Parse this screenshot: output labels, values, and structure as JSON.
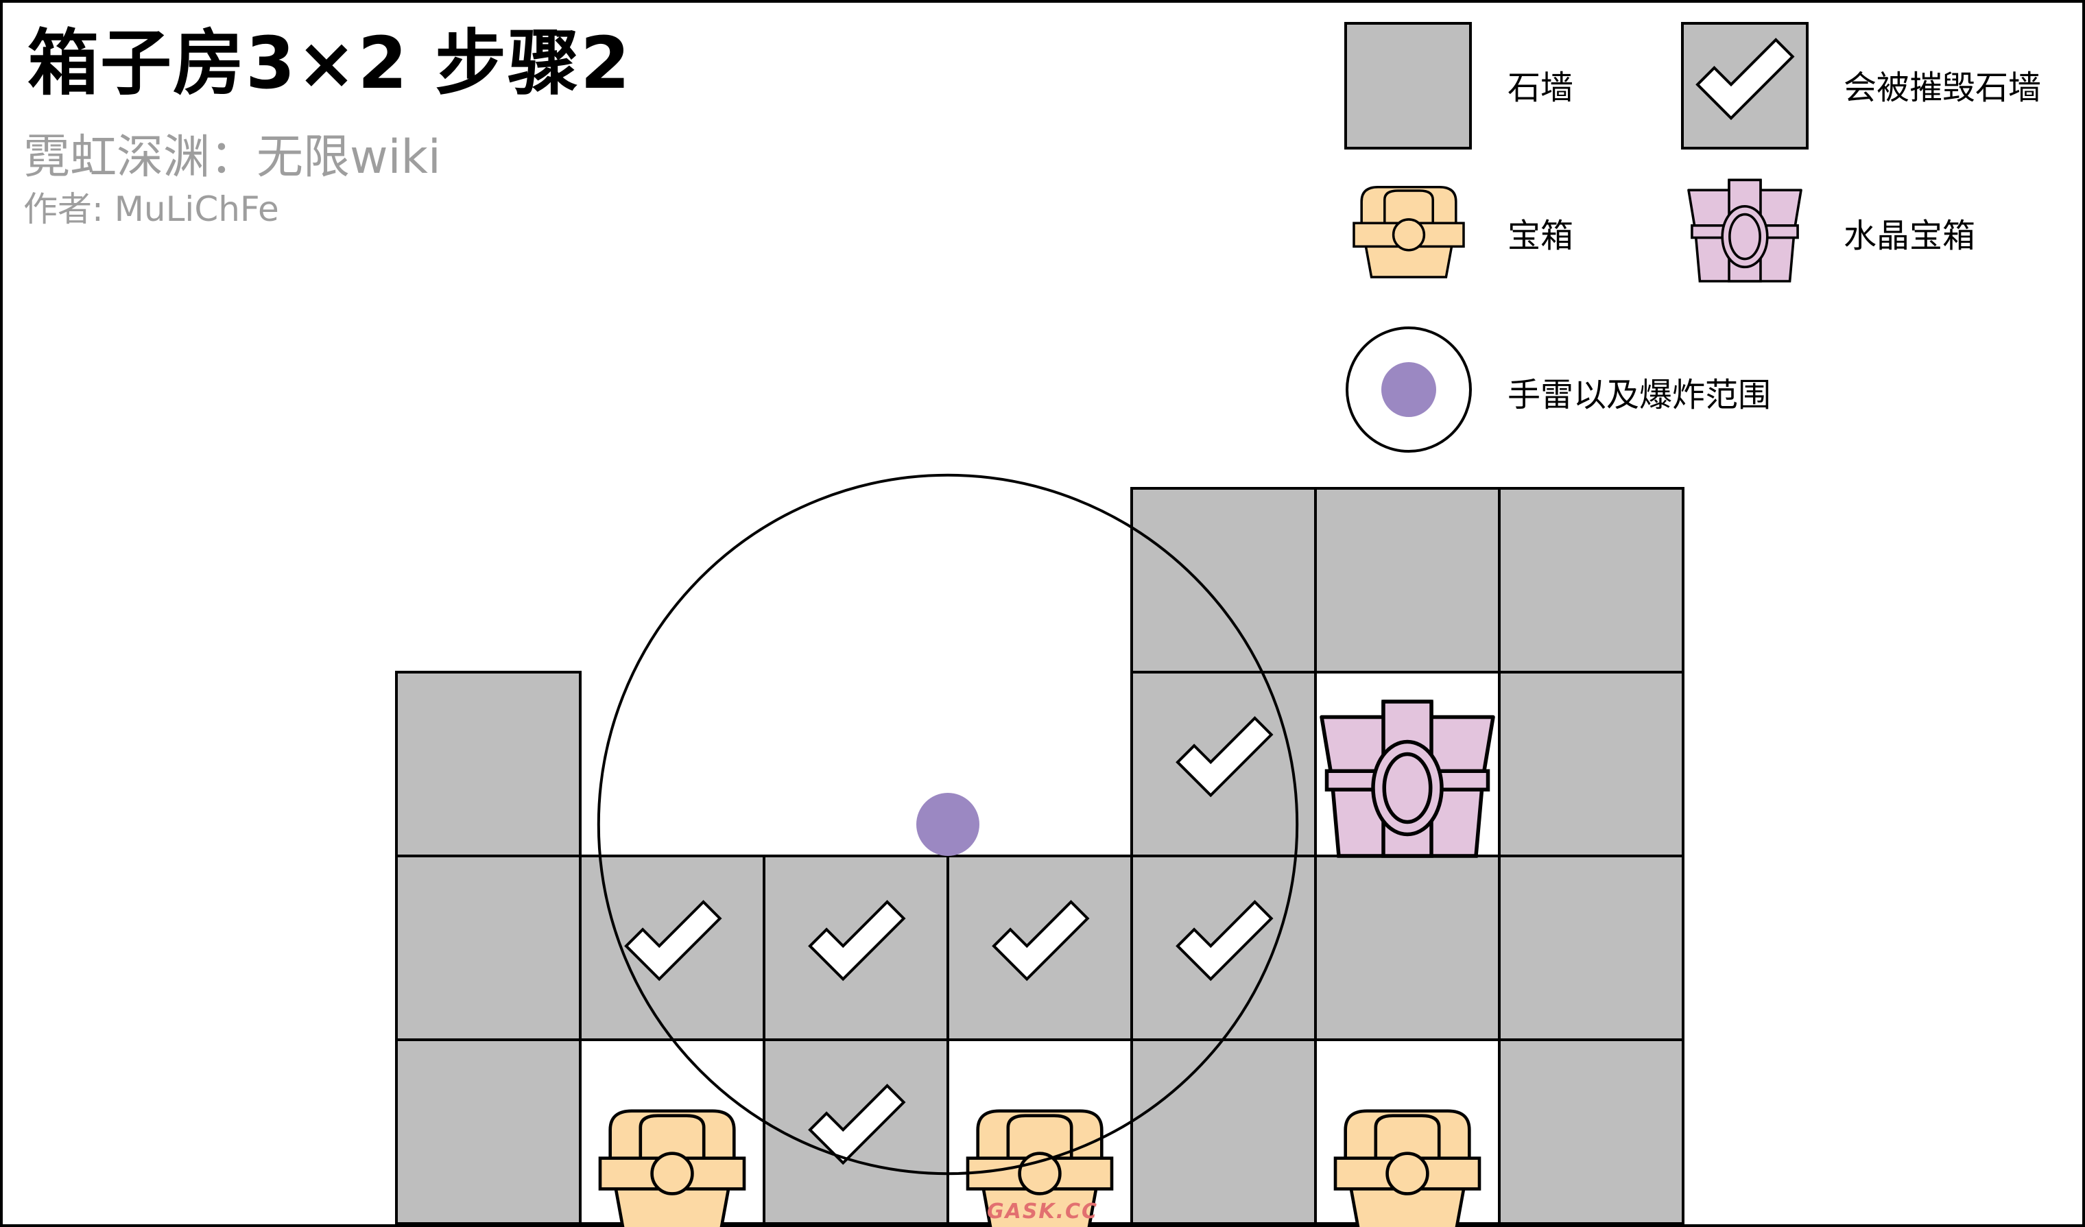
{
  "header": {
    "title": "箱子房3×2  步骤2",
    "subtitle": "霓虹深渊：无限wiki",
    "author": "作者: MuLiChFe"
  },
  "legend": {
    "stone_wall": "石墙",
    "destructible_wall": "会被摧毁石墙",
    "chest": "宝箱",
    "crystal_chest": "水晶宝箱",
    "grenade": "手雷以及爆炸范围"
  },
  "watermark": "GASK.CC",
  "colors": {
    "wall": "#bebebe",
    "chest": "#fcd9a4",
    "crystal_chest": "#e3c4dd",
    "grenade": "#9b88c2",
    "outline": "#000000",
    "background": "#ffffff"
  },
  "grid": {
    "columns": 7,
    "rows": 4,
    "cells": [
      {
        "col": 0,
        "row": 1,
        "type": "wall"
      },
      {
        "col": 0,
        "row": 2,
        "type": "wall"
      },
      {
        "col": 0,
        "row": 3,
        "type": "wall"
      },
      {
        "col": 1,
        "row": 2,
        "type": "wall",
        "destructible": true
      },
      {
        "col": 1,
        "row": 3,
        "type": "chest"
      },
      {
        "col": 2,
        "row": 2,
        "type": "wall",
        "destructible": true
      },
      {
        "col": 2,
        "row": 3,
        "type": "wall",
        "destructible": true
      },
      {
        "col": 3,
        "row": 2,
        "type": "wall",
        "destructible": true
      },
      {
        "col": 3,
        "row": 3,
        "type": "chest"
      },
      {
        "col": 4,
        "row": 0,
        "type": "wall"
      },
      {
        "col": 4,
        "row": 1,
        "type": "wall",
        "destructible": true
      },
      {
        "col": 4,
        "row": 2,
        "type": "wall",
        "destructible": true
      },
      {
        "col": 4,
        "row": 3,
        "type": "wall"
      },
      {
        "col": 5,
        "row": 0,
        "type": "wall"
      },
      {
        "col": 5,
        "row": 1,
        "type": "crystal_chest"
      },
      {
        "col": 5,
        "row": 2,
        "type": "wall"
      },
      {
        "col": 5,
        "row": 3,
        "type": "chest"
      },
      {
        "col": 6,
        "row": 0,
        "type": "wall"
      },
      {
        "col": 6,
        "row": 1,
        "type": "wall"
      },
      {
        "col": 6,
        "row": 2,
        "type": "wall"
      },
      {
        "col": 6,
        "row": 3,
        "type": "wall"
      }
    ],
    "grenade": {
      "col": 3,
      "row": 2,
      "radius_cells": 1.9
    }
  }
}
